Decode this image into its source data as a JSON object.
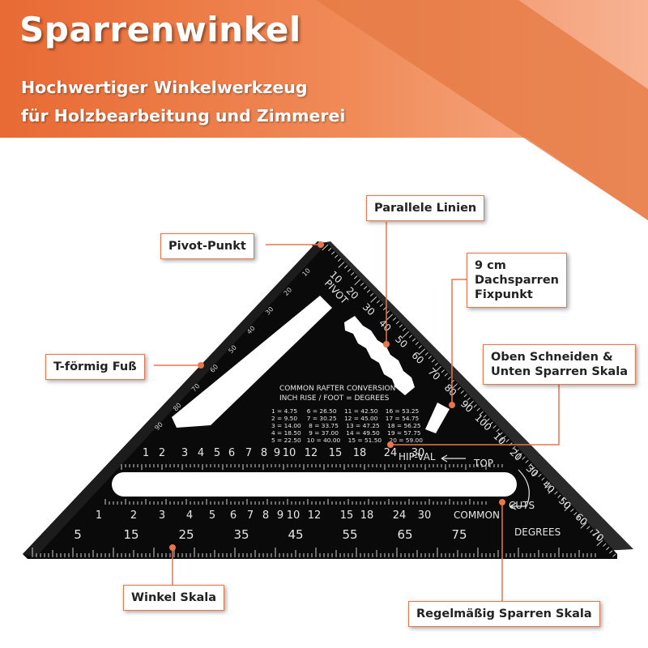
{
  "header": {
    "title": "Sparrenwinkel",
    "subtitle_line1": "Hochwertiger Winkelwerkzeug",
    "subtitle_line2": "für Holzbearbeitung und Zimmerei"
  },
  "callouts": {
    "pivot": "Pivot-Punkt",
    "parallel": "Parallele Linien",
    "fixpoint": "9 cm\nDachsparren\nFixpunkt",
    "tfoot": "T-förmig Fuß",
    "topcut": "Oben Schneiden &\nUnten Sparren Skala",
    "angle": "Winkel Skala",
    "regular": "Regelmäßig Sparren Skala"
  },
  "tool": {
    "pivot_label": "PIVOT",
    "hip_val": "HIP-VAL",
    "top": "TOP",
    "common": "COMMON",
    "cuts": "CUTS",
    "degrees": "DEGREES",
    "table_title": "COMMON RAFTER CONVERSION",
    "table_subtitle": "INCH RISE / FOOT = DEGREES",
    "table_rows": [
      "1 = 4.75     6 = 26.50    11 = 42.50    16 = 53.25",
      "2 = 9.50     7 = 30.25    12 = 45.00    17 = 54.75",
      "3 = 14.00    8 = 33.75    13 = 47.25    18 = 56.25",
      "4 = 18.50    9 = 37.00    14 = 49.50    19 = 57.75",
      "5 = 22.50   10 = 40.00    15 = 51.50    20 = 59.00"
    ],
    "hip_scale": [
      "1",
      "2",
      "3",
      "4",
      "5",
      "6",
      "7",
      "8",
      "9",
      "10",
      "12",
      "15",
      "18",
      "24",
      "30"
    ],
    "common_scale": [
      "1",
      "2",
      "3",
      "4",
      "5",
      "6",
      "7",
      "8",
      "9",
      "10",
      "12",
      "15",
      "18",
      "24",
      "30"
    ],
    "degree_scale": [
      "5",
      "15",
      "25",
      "35",
      "45",
      "55",
      "65",
      "75"
    ],
    "right_edge_scale": [
      "10",
      "20",
      "30",
      "40",
      "50",
      "60",
      "70",
      "80",
      "90",
      "100",
      "10",
      "20",
      "30",
      "40",
      "50",
      "60",
      "70"
    ],
    "left_edge_scale": [
      "10",
      "20",
      "30",
      "40",
      "50",
      "60",
      "70",
      "80",
      "90"
    ]
  },
  "colors": {
    "accent": "#e8764a",
    "accent_dark": "#e06a30",
    "accent_light": "#f5b08f",
    "tool": "#0a0a0a",
    "marking": "#e6e6e6"
  }
}
